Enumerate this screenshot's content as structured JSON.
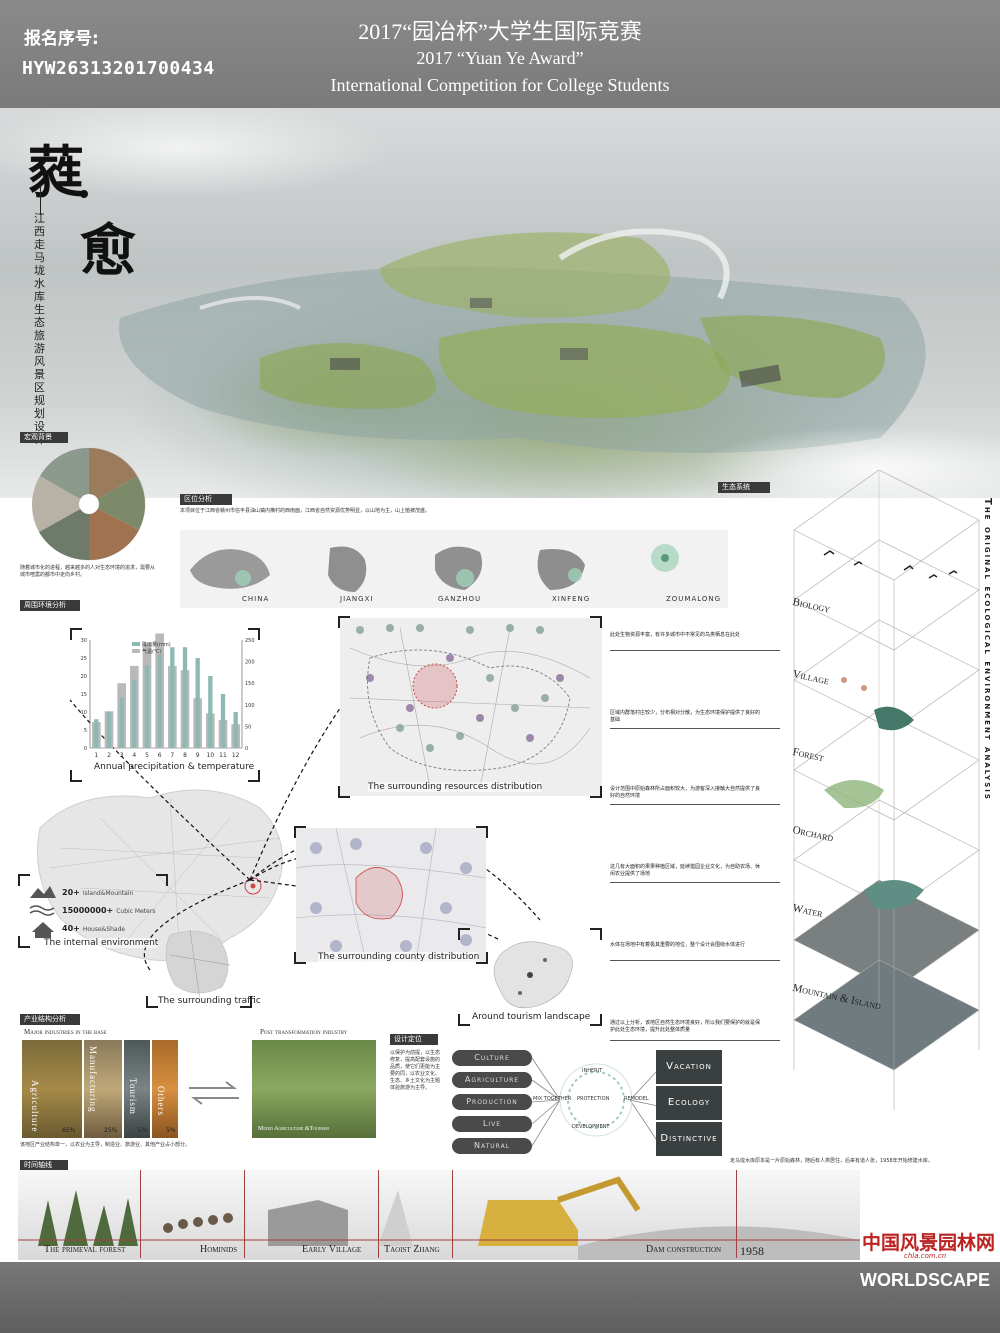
{
  "header": {
    "reg_label": "报名序号:",
    "reg_no": "HYW26313201700434",
    "title_cn": "2017“园冶杯”大学生国际竞赛",
    "title_en1": "2017 “Yuan Ye Award”",
    "title_en2": "International Competition for College Students"
  },
  "project": {
    "char_1": "蕤",
    "char_2": "愈",
    "subtitle": "江西走马垅水库生态旅游风景区规划设计"
  },
  "sections": {
    "macro": "宏观背景",
    "location": "区位分析",
    "surrounding": "周围环境分析",
    "ecosystem": "生态系统",
    "industry": "产业结构分析",
    "positioning": "设计定位",
    "timeline": "时间轴线"
  },
  "location": {
    "text": "本项目位于江西省赣州市信丰县油山镇内横村的西南面，江西省自然资源优势明显，以山地为主，山上植被茂盛。",
    "items": [
      "CHINA",
      "JIANGXI",
      "GANZHOU",
      "XINFENG",
      "ZOUMALONG"
    ]
  },
  "macro_text": "随着城市化的进程，越来越多的人对生态环境的追求，需要从城市喧嚣的都市中走向乡村。",
  "chart_data": {
    "type": "bar",
    "title": "Annual precipitation & temperature",
    "categories": [
      "1",
      "2",
      "3",
      "4",
      "5",
      "6",
      "7",
      "8",
      "9",
      "10",
      "11",
      "12"
    ],
    "series": [
      {
        "name": "降雨量(mm)",
        "values": [
          60,
          85,
          150,
          190,
          240,
          265,
          190,
          180,
          115,
          80,
          65,
          55
        ]
      },
      {
        "name": "气温(℃)",
        "values": [
          8,
          10,
          14,
          19,
          23,
          26,
          28,
          28,
          25,
          20,
          15,
          10
        ]
      }
    ],
    "ylim_left": [
      0,
      30
    ],
    "ylim_right": [
      0,
      250
    ],
    "left_ticks": [
      "30",
      "25",
      "20",
      "15",
      "10",
      "5",
      "0"
    ],
    "right_ticks": [
      "250",
      "200",
      "150",
      "100",
      "50",
      "0"
    ],
    "colors": {
      "precip": "#8db9b4",
      "temp": "#b9b9b9"
    }
  },
  "captions": {
    "resources": "The surrounding resources distribution",
    "internal": "The internal environment",
    "county": "The surrounding county distribution",
    "traffic": "The surrounding traffic",
    "tourism": "Around tourism landscape"
  },
  "environment": [
    {
      "value": "20+",
      "label": "Island&Mountain"
    },
    {
      "value": "15000000+",
      "label": "Cubic Meters"
    },
    {
      "value": "40+",
      "label": "House&Shade"
    }
  ],
  "ecology": {
    "title": "The original ecological environment analysis",
    "layers": [
      "Biology",
      "Village",
      "Forest",
      "Orchard",
      "Water",
      "Mountain & Island"
    ],
    "notes": [
      "此处生物资源丰富，有许多城市中不常见的鸟类栖息在此处",
      "区域内群落村庄较少，分布相对分散，为生态环境保护提供了良好的基础",
      "设计范围中原始森林所占面积较大，为游客深入接触大自然提供了良好的自然环境",
      "这几有大面积的果果种植区域，延续猎园企业文化，为自助农场、休闲农业提供了场地",
      "水体在场地中有着极其重要的地位，整个设计会围绕水体进行",
      "通过以上分析，该地区自然生态环境良好，所以我们要保护的就是保护此处生态环境，提升此处整体质量"
    ]
  },
  "industry": {
    "major_title": "Major industries in the base",
    "post_title": "Post transformation industry",
    "items": [
      {
        "name": "Agriculture",
        "pct": "65%"
      },
      {
        "name": "Manufacturing",
        "pct": "25%"
      },
      {
        "name": "Tourism",
        "pct": "5%"
      },
      {
        "name": "Others",
        "pct": "5%"
      }
    ],
    "post_caption": "Mixed Agriculture &Tourism",
    "text": "该地区产业结构单一，以农业为主导，制造业、旅游业、其他产业占小部分。"
  },
  "positioning": {
    "inputs": [
      "Culture",
      "Agriculture",
      "Production",
      "Live",
      "Natural"
    ],
    "mix": "MIX TOGETHER",
    "inherit": "INHERIT",
    "protection": "PROTECTION",
    "remodel": "REMODEL",
    "development": "DEVELOPMENT",
    "outputs": [
      "Vacation",
      "Ecology",
      "Distinctive"
    ],
    "text": "以保护为前提，以生态修复，提高配套设施的品质，使它们更能为主要的同，以农业文化、生态、乡土文化为主题体验旅游为主导。"
  },
  "timeline": {
    "items": [
      "The primeval forest",
      "Hominids",
      "Early Village",
      "Taoist Zhang",
      "Dam construction",
      "1958"
    ],
    "text": "走马垅水库原本是一片原始森林，随后有人类居住，后来有道人张，1958年开始修建水库。"
  },
  "footer": {
    "logo_cn": "中国风景园林网",
    "logo_url": "chla.com.cn",
    "logo_en": "WORLDSCAPE"
  }
}
